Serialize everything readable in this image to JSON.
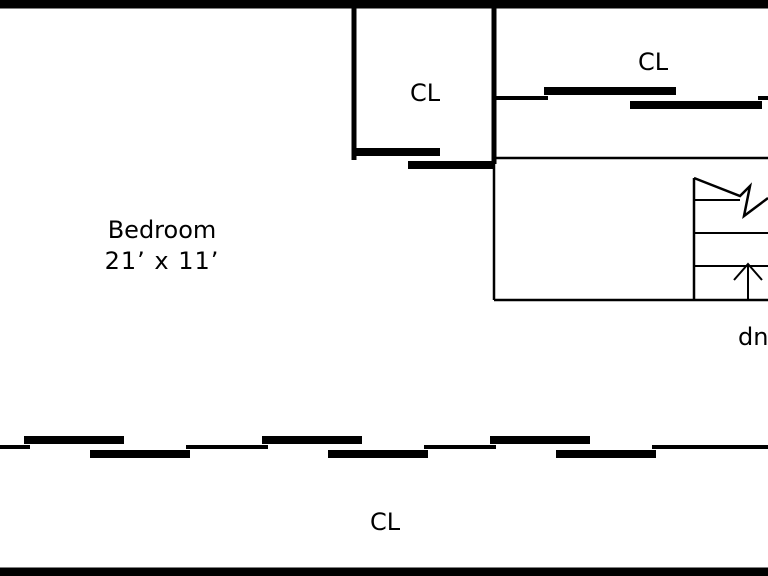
{
  "rooms": {
    "bedroom": {
      "name": "Bedroom",
      "dimensions": "21’ x 11’"
    }
  },
  "closets": {
    "top_left": "CL",
    "top_right": "CL",
    "bottom": "CL"
  },
  "stairs": {
    "direction_label": "dn"
  },
  "colors": {
    "lines": "#000000",
    "background": "#ffffff"
  }
}
